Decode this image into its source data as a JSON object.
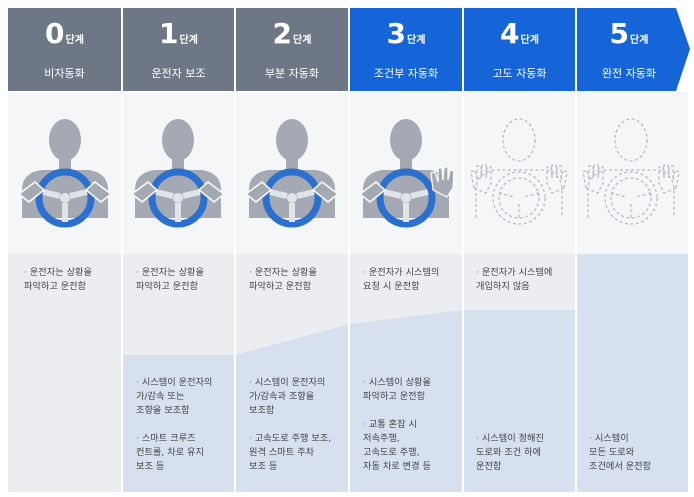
{
  "colors": {
    "header_gray": "#6e7785",
    "header_blue": "#1565d8",
    "panel_gray": "#ebedf0",
    "panel_blue": "#d6e0ef",
    "driver_fill": "#a5a9b3",
    "wheel_blue": "#2b6fcf",
    "wheel_gray": "#9aa0aa"
  },
  "levels": [
    {
      "number": "0",
      "unit": "단계",
      "name": "비자동화",
      "driver_note": [
        "운전자는 상황을",
        "파악하고 운전함"
      ],
      "system_note": []
    },
    {
      "number": "1",
      "unit": "단계",
      "name": "운전자 보조",
      "driver_note": [
        "운전자는 상황을",
        "파악하고 운전함"
      ],
      "system_note": [
        "시스템이 운전자의",
        "가/감속 또는",
        "조향을 보조함"
      ],
      "example_note": [
        "스마트 크루즈",
        "컨트롤, 차로 유지",
        "보조 등"
      ]
    },
    {
      "number": "2",
      "unit": "단계",
      "name": "부분 자동화",
      "driver_note": [
        "운전자는 상황을",
        "파악하고 운전함"
      ],
      "system_note": [
        "시스템이 운전자의",
        "가/감속과 조향을",
        "보조함"
      ],
      "example_note": [
        "고속도로 주행 보조,",
        "원격 스마트 주차",
        "보조 등"
      ]
    },
    {
      "number": "3",
      "unit": "단계",
      "name": "조건부 자동화",
      "driver_note": [
        "운전자가 시스템의",
        "요청 시 운전함"
      ],
      "system_note": [
        "시스템이 상황을",
        "파악하고 운전함"
      ],
      "example_note": [
        "교통 혼잡 시",
        "저속주행,",
        "고속도로 주행,",
        "자동 차로 변경 등"
      ]
    },
    {
      "number": "4",
      "unit": "단계",
      "name": "고도 자동화",
      "driver_note": [
        "운전자가 시스템에",
        "개입하지 않음"
      ],
      "system_note": [
        "시스템이 정해진",
        "도로와 조건 하에",
        "운전함"
      ]
    },
    {
      "number": "5",
      "unit": "단계",
      "name": "완전 자동화",
      "driver_note": [],
      "system_note": [
        "시스템이",
        "모든 도로와",
        "조건에서 운전함"
      ]
    }
  ]
}
